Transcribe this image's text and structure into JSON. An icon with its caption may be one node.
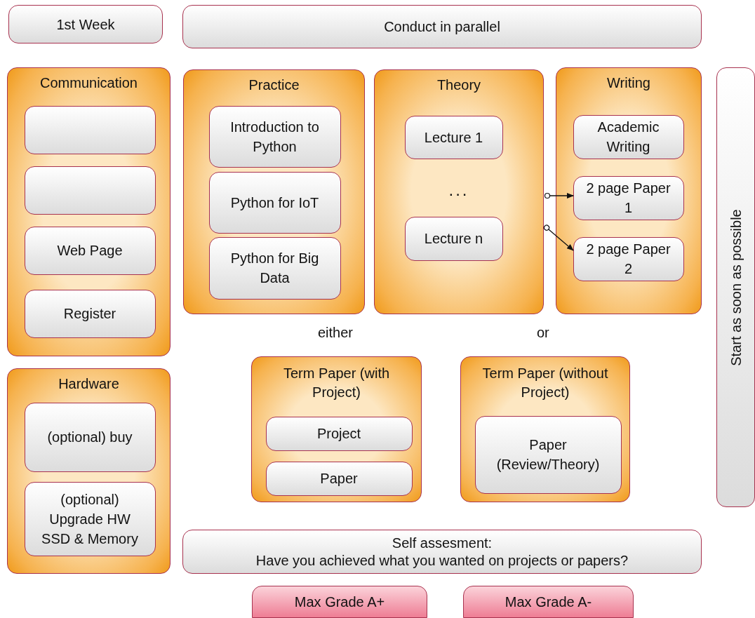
{
  "diagram": {
    "nodes": [
      {
        "text": [
          "1st Week"
        ]
      },
      {
        "text": [
          "Conduct in parallel"
        ]
      },
      {
        "text": [
          "Communication"
        ]
      },
      {
        "text": [],
        "shape": "box",
        "in": 2
      },
      {
        "text": [],
        "shape": "box",
        "in": 2
      },
      {
        "text": [
          "Web Page"
        ],
        "in": 2
      },
      {
        "text": [
          "Register"
        ],
        "in": 2
      },
      {
        "text": [
          "Hardware"
        ]
      },
      {
        "text": [
          "(optional) buy"
        ],
        "in": 7
      },
      {
        "text": [
          "(optional) Upgrade HW SSD & Memory"
        ],
        "in": 7
      },
      {
        "text": [
          "Practice"
        ]
      },
      {
        "text": [
          "Introduction to Python"
        ],
        "in": 10
      },
      {
        "text": [
          "Python for IoT"
        ],
        "in": 10
      },
      {
        "text": [
          "Python for Big Data"
        ],
        "in": 10
      },
      {
        "text": [
          "Theory",
          "..."
        ]
      },
      {
        "text": [
          "Lecture 1"
        ],
        "in": 14
      },
      {
        "text": [
          "Lecture n"
        ],
        "in": 14
      },
      {
        "text": [
          "Writing"
        ]
      },
      {
        "text": [
          "Academic Writing"
        ],
        "in": 17
      },
      {
        "text": [
          "2 page Paper 1"
        ],
        "in": 17
      },
      {
        "text": [
          "2 page Paper 2"
        ],
        "in": 17
      },
      {
        "text": [
          "Start as soon as possible"
        ]
      },
      {
        "text": [
          "Term Paper (with Project)"
        ]
      },
      {
        "text": [
          "Project"
        ],
        "in": 22
      },
      {
        "text": [
          "Paper"
        ],
        "in": 22
      },
      {
        "text": [
          "Term Paper (without Project)"
        ]
      },
      {
        "text": [
          "Paper (Review/Theory)"
        ],
        "in": 25
      },
      {
        "text": [
          "Self assesment:",
          "Have you achieved what you wanted on projects or papers?"
        ]
      },
      {
        "text": [
          "Max Grade A+"
        ]
      },
      {
        "text": [
          "Max Grade A-"
        ]
      }
    ],
    "edges": [
      {
        "from": 14,
        "to": 19,
        "arrow": "to"
      },
      {
        "from": 14,
        "to": 20,
        "arrow": "to"
      }
    ],
    "labels": [
      "either",
      "or"
    ]
  }
}
